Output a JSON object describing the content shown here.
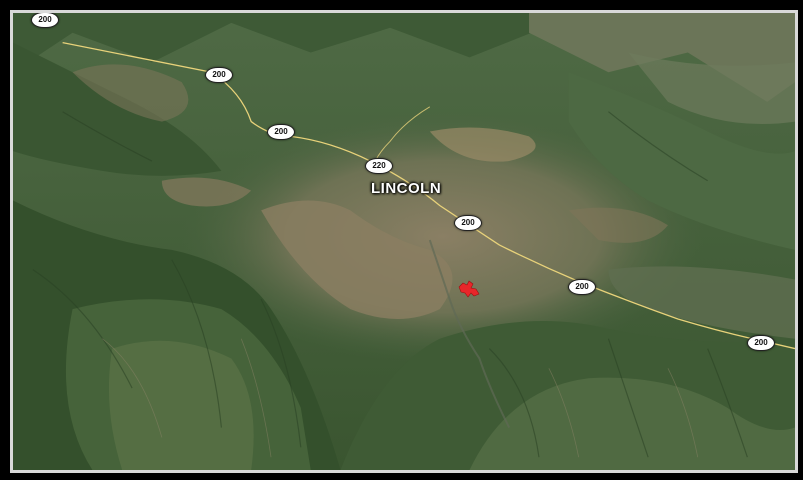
{
  "town": {
    "name": "LINCOLN"
  },
  "routes": {
    "top_left": "200",
    "upper_left": "200",
    "mid_left": "200",
    "junction": "220",
    "center": "200",
    "right_mid": "200",
    "far_right": "200"
  },
  "colors": {
    "highway": "#e8d27a",
    "fire": "#e8262a",
    "frame": "#d9d9d9"
  },
  "icons": {
    "fire_marker": "fire-perimeter-icon",
    "route_shield": "highway-shield-icon"
  }
}
